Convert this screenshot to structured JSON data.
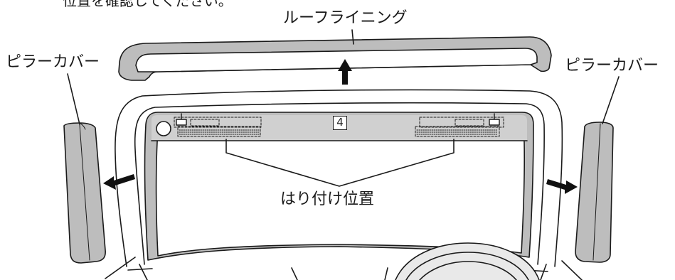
{
  "labels": {
    "top_note": "位置を確認してください。",
    "roof_lining": "ルーフライニング",
    "pillar_cover_left": "ピラーカバー",
    "pillar_cover_right": "ピラーカバー",
    "attach_position": "はり付け位置"
  },
  "marks": {
    "symbol": "4"
  },
  "colors": {
    "line": "#1a1a1a",
    "panel_fill": "#bfbfbf",
    "strip_fill": "#d0d0d0",
    "background": "#ffffff"
  }
}
